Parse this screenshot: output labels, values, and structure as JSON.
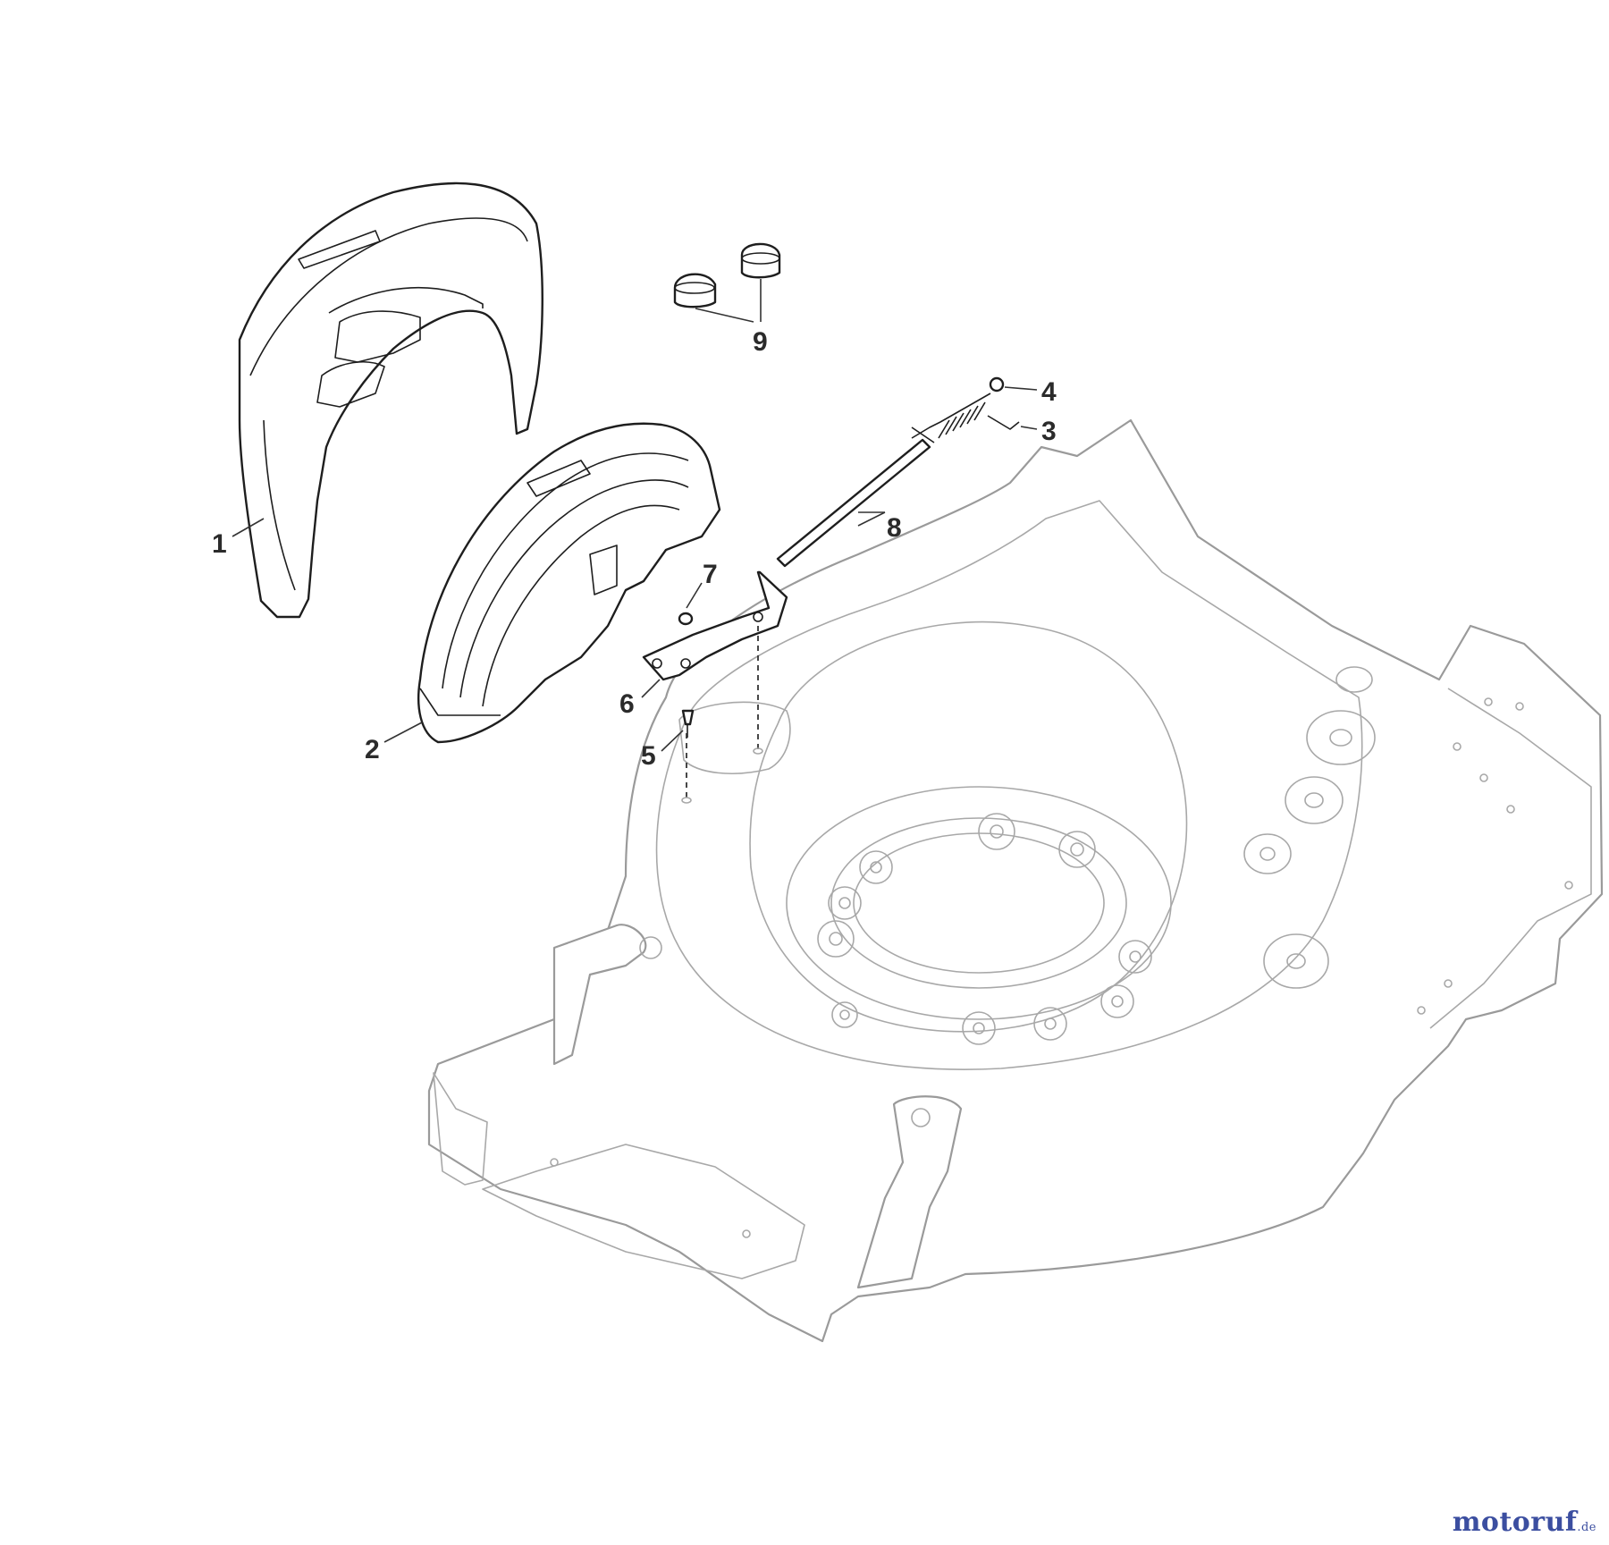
{
  "figure": {
    "callouts": [
      {
        "id": "1",
        "label": "1"
      },
      {
        "id": "2",
        "label": "2"
      },
      {
        "id": "3",
        "label": "3"
      },
      {
        "id": "4",
        "label": "4"
      },
      {
        "id": "5",
        "label": "5"
      },
      {
        "id": "6",
        "label": "6"
      },
      {
        "id": "7",
        "label": "7"
      },
      {
        "id": "8",
        "label": "8"
      },
      {
        "id": "9",
        "label": "9"
      }
    ]
  },
  "watermark": {
    "main": "motoruf",
    "tld": ".de"
  },
  "colors": {
    "line_dark": "#1e1e1e",
    "line_deck": "#9a9a9a",
    "watermark": "#3b4ea0"
  }
}
